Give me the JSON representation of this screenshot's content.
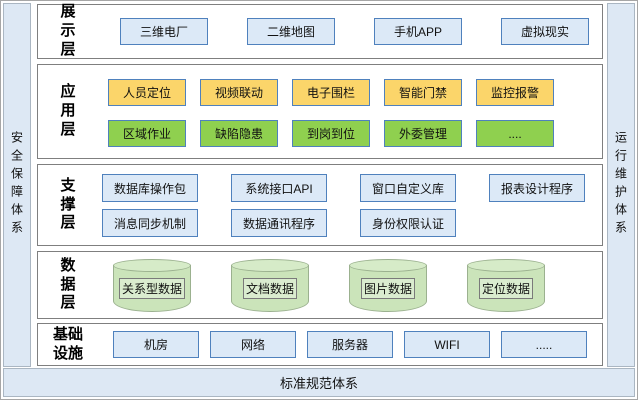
{
  "diagram": {
    "left_sidebar": {
      "label": "安全保障体系"
    },
    "right_sidebar": {
      "label": "运行维护体系"
    },
    "bottom_bar": {
      "label": "标准规范体系"
    },
    "layers": [
      {
        "name": "presentation",
        "label": "展\n示\n层",
        "rows": [
          [
            {
              "t": "三维电厂",
              "s": "blue"
            },
            {
              "t": "二维地图",
              "s": "blue"
            },
            {
              "t": "手机APP",
              "s": "blue"
            },
            {
              "t": "虚拟现实",
              "s": "blue"
            }
          ]
        ]
      },
      {
        "name": "application",
        "label": "应\n用\n层",
        "rows": [
          [
            {
              "t": "人员定位",
              "s": "yellow"
            },
            {
              "t": "视频联动",
              "s": "yellow"
            },
            {
              "t": "电子围栏",
              "s": "yellow"
            },
            {
              "t": "智能门禁",
              "s": "yellow"
            },
            {
              "t": "监控报警",
              "s": "yellow"
            }
          ],
          [
            {
              "t": "区域作业",
              "s": "green"
            },
            {
              "t": "缺陷隐患",
              "s": "green"
            },
            {
              "t": "到岗到位",
              "s": "green"
            },
            {
              "t": "外委管理",
              "s": "green"
            },
            {
              "t": "....",
              "s": "green"
            }
          ]
        ]
      },
      {
        "name": "support",
        "label": "支\n撑\n层",
        "rows": [
          [
            {
              "t": "数据库操作包",
              "s": "blue"
            },
            {
              "t": "系统接口API",
              "s": "blue"
            },
            {
              "t": "窗口自定义库",
              "s": "blue"
            },
            {
              "t": "报表设计程序",
              "s": "blue"
            }
          ],
          [
            {
              "t": "消息同步机制",
              "s": "blue"
            },
            {
              "t": "数据通讯程序",
              "s": "blue"
            },
            {
              "t": "身份权限认证",
              "s": "blue"
            }
          ]
        ]
      },
      {
        "name": "data",
        "label": "数\n据\n层",
        "rows": [
          [
            {
              "t": "关系型数据",
              "s": "cyl"
            },
            {
              "t": "文档数据",
              "s": "cyl"
            },
            {
              "t": "图片数据",
              "s": "cyl"
            },
            {
              "t": "定位数据",
              "s": "cyl"
            }
          ]
        ]
      },
      {
        "name": "infrastructure",
        "label": "基础\n设施",
        "rows": [
          [
            {
              "t": "机房",
              "s": "blue"
            },
            {
              "t": "网络",
              "s": "blue"
            },
            {
              "t": "服务器",
              "s": "blue"
            },
            {
              "t": "WIFI",
              "s": "blue"
            },
            {
              "t": ".....",
              "s": "blue"
            }
          ]
        ]
      }
    ],
    "colors": {
      "pillar_bg": "#dde8f4",
      "panel_border": "#7f7f7f",
      "box_border": "#4f81bd",
      "box_blue": "#dce9f7",
      "box_yellow": "#fbd56a",
      "box_green": "#8fd04f",
      "cylinder_fill": "#cbe4ba",
      "cylinder_border": "#9bb18f"
    }
  }
}
